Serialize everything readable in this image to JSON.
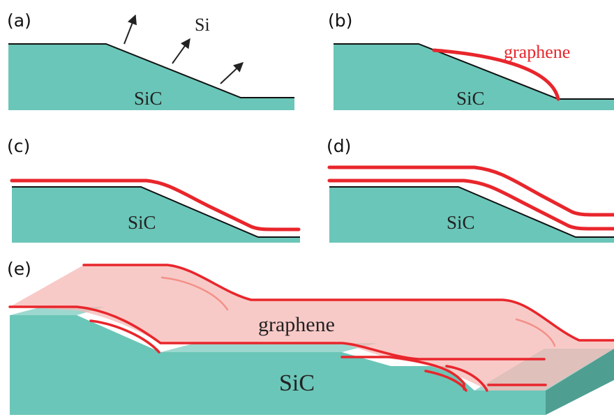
{
  "colors": {
    "substrate": "#6ac6b8",
    "substrate_side": "#4f9e92",
    "substrate_dark": "#3d8a7f",
    "graphene": "#e8262c",
    "graphene_film": "#f6b8b4",
    "outline": "#111111"
  },
  "panels": {
    "a": {
      "label": "(a)",
      "substrate": "SiC",
      "species": "Si"
    },
    "b": {
      "label": "(b)",
      "substrate": "SiC",
      "film": "graphene"
    },
    "c": {
      "label": "(c)",
      "substrate": "SiC"
    },
    "d": {
      "label": "(d)",
      "substrate": "SiC"
    },
    "e": {
      "label": "(e)",
      "substrate": "SiC",
      "film": "graphene"
    }
  }
}
